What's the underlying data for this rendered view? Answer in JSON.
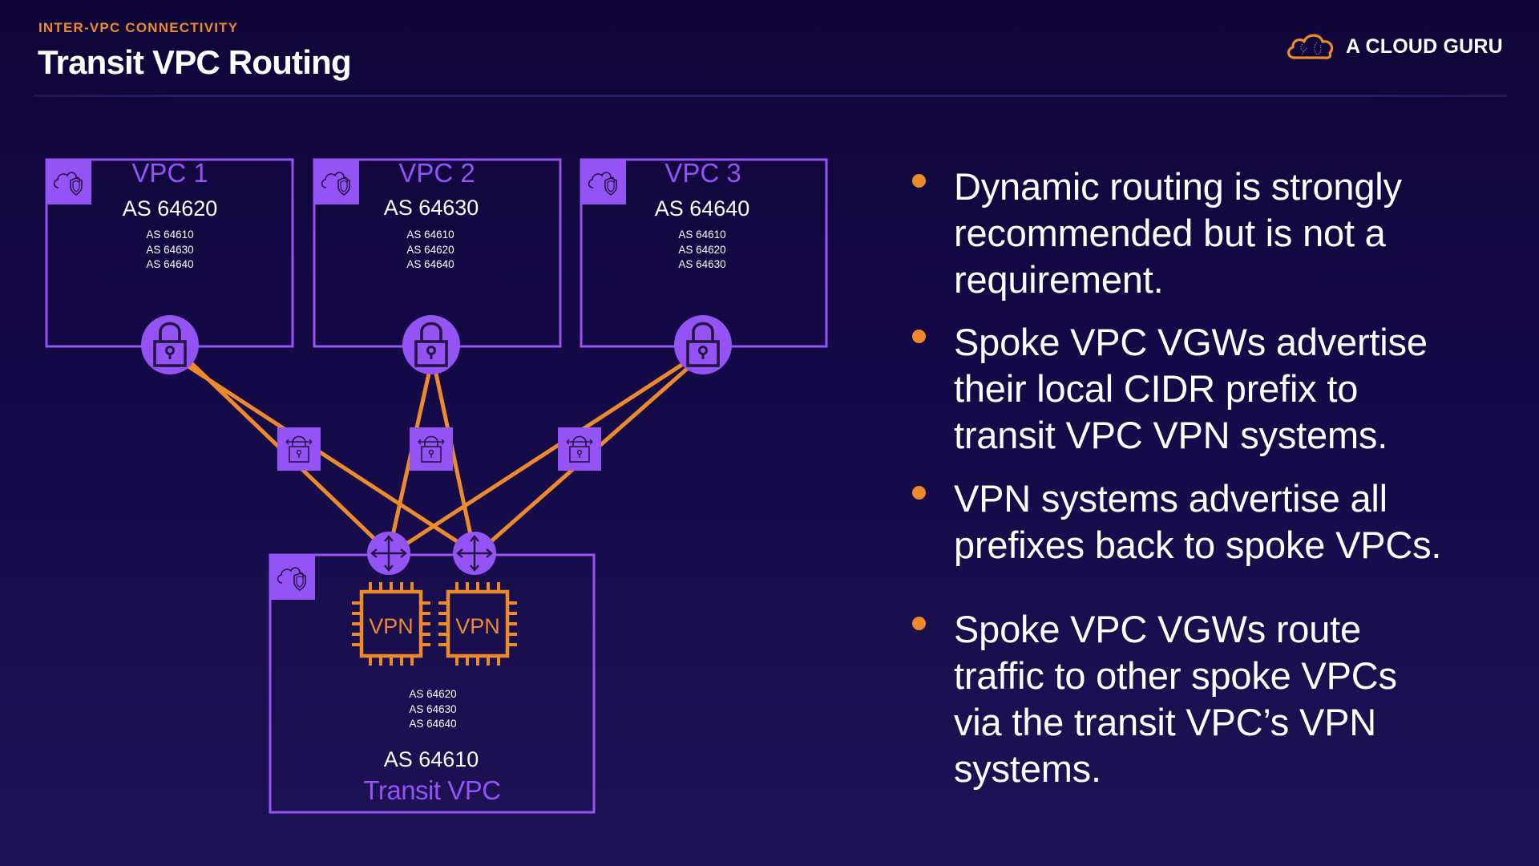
{
  "header": {
    "eyebrow": "INTER-VPC CONNECTIVITY",
    "title": "Transit VPC Routing"
  },
  "logo": {
    "icon": "cloud-guru-icon",
    "text": "A CLOUD GURU"
  },
  "colors": {
    "accent_orange": "#ec8a2c",
    "accent_purple": "#9353f5",
    "background": "#150a48",
    "text": "#ffffff"
  },
  "diagram": {
    "spoke_vpcs": [
      {
        "name": "VPC 1",
        "asn": "AS 64620",
        "learned": [
          "AS 64610",
          "AS 64630",
          "AS 64640"
        ],
        "icon": "vpc-cloud-shield-icon",
        "gateway_icon": "vpn-gateway-lock-icon"
      },
      {
        "name": "VPC 2",
        "asn": "AS 64630",
        "learned": [
          "AS 64610",
          "AS 64620",
          "AS 64640"
        ],
        "icon": "vpc-cloud-shield-icon",
        "gateway_icon": "vpn-gateway-lock-icon"
      },
      {
        "name": "VPC 3",
        "asn": "AS 64640",
        "learned": [
          "AS 64610",
          "AS 64620",
          "AS 64630"
        ],
        "icon": "vpc-cloud-shield-icon",
        "gateway_icon": "vpn-gateway-lock-icon"
      }
    ],
    "vpn_connection_icon": "vpn-connection-icon",
    "transit_vpc": {
      "name": "Transit VPC",
      "asn": "AS 64610",
      "learned": [
        "AS 64620",
        "AS 64630",
        "AS 64640"
      ],
      "instances": [
        "VPN",
        "VPN"
      ],
      "router_icon": "router-arrows-icon"
    }
  },
  "bullets": [
    {
      "lines": [
        "Dynamic routing is strongly",
        "recommended but is not a",
        "requirement."
      ]
    },
    {
      "lines": [
        "Spoke VPC VGWs advertise",
        "their local CIDR prefix to",
        "transit VPC VPN systems."
      ]
    },
    {
      "lines": [
        "VPN systems advertise all",
        "prefixes back to spoke VPCs."
      ]
    },
    {
      "lines": [
        "Spoke VPC VGWs route",
        "traffic to other spoke VPCs",
        "via the transit VPC’s VPN",
        "systems."
      ]
    }
  ]
}
